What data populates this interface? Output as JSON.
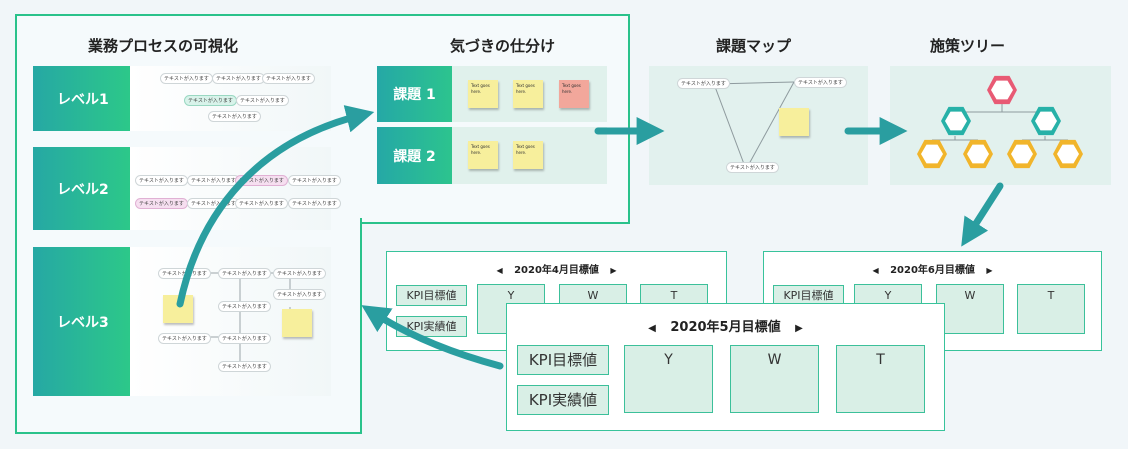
{
  "sections": {
    "visualization": "業務プロセスの可視化",
    "awareness": "気づきの仕分け",
    "issue_map": "課題マップ",
    "measure_tree": "施策ツリー"
  },
  "levels": [
    "レベル1",
    "レベル2",
    "レベル3"
  ],
  "issues": [
    "課題 1",
    "課題 2"
  ],
  "chip_text": "テキストが入ります",
  "sticky_text": "Text goes here.",
  "kpi": {
    "cards": [
      {
        "title": "2020年4月目標値"
      },
      {
        "title": "2020年5月目標値"
      },
      {
        "title": "2020年6月目標値"
      }
    ],
    "target_label": "KPI目標値",
    "actual_label": "KPI実績値",
    "columns": [
      "Y",
      "W",
      "T"
    ],
    "prev": "◀",
    "next": "▶"
  },
  "colors": {
    "accent": "#2ac28b",
    "arrow": "#2a9ea0",
    "sticky": "#f7ef9c",
    "sticky_red": "#f2a79b"
  }
}
